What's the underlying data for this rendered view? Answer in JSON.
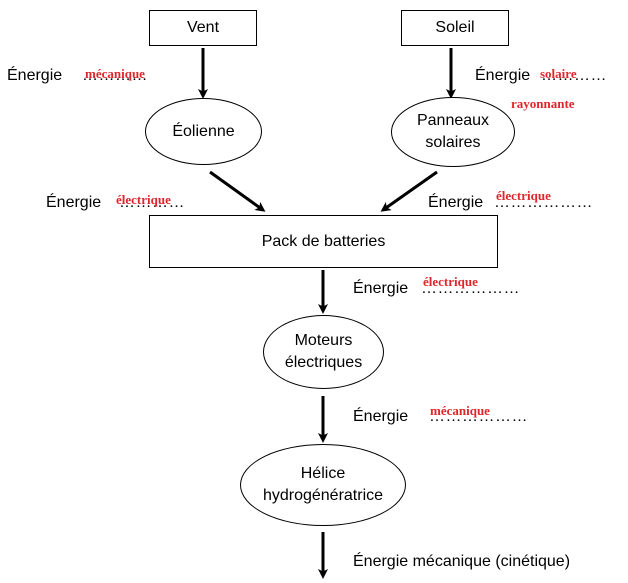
{
  "sources": {
    "vent": "Vent",
    "soleil": "Soleil"
  },
  "converters": {
    "eolienne": "Éolienne",
    "panneaux": "Panneaux\nsolaires",
    "batteries": "Pack de batteries",
    "moteurs": "Moteurs\nélectriques",
    "helice": "Hélice\nhydrogénératrice"
  },
  "labels": {
    "energie": "Énergie",
    "blank_short": "…………",
    "blank_medium": "……………",
    "blank_long": "………………",
    "final": "Énergie mécanique (cinétique)"
  },
  "answers": {
    "vent_out": "mécanique",
    "soleil_out_1": "solaire",
    "soleil_out_2": "rayonnante",
    "eolienne_out": "électrique",
    "panneaux_out": "électrique",
    "batteries_out": "électrique",
    "moteurs_out": "mécanique"
  },
  "colors": {
    "answer": "#e0262b",
    "stroke": "#000000"
  }
}
